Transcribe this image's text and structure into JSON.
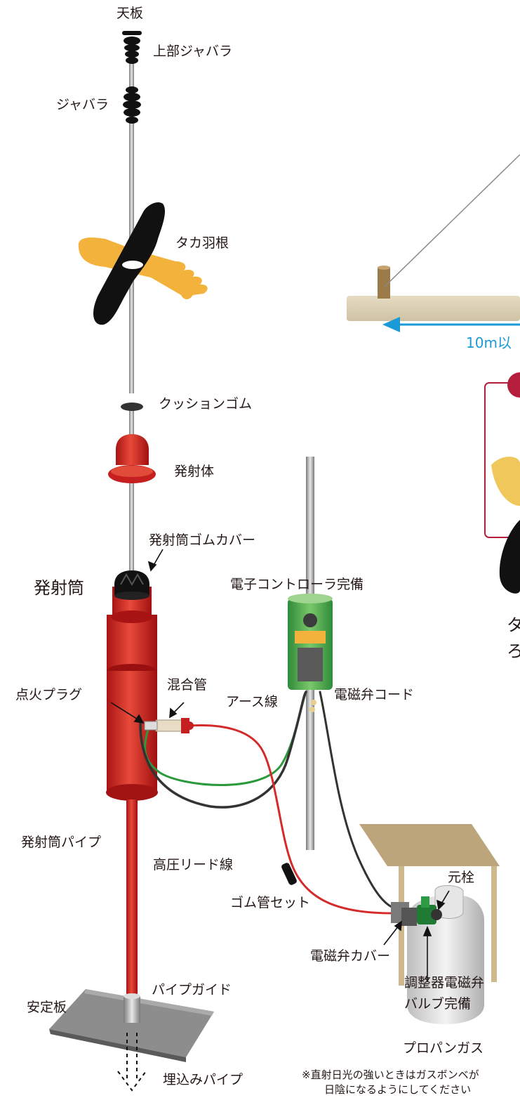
{
  "labels": {
    "top_plate": "天板",
    "upper_bellows": "上部ジャバラ",
    "bellows": "ジャバラ",
    "hawk_wing": "タカ羽根",
    "cushion_rubber": "クッションゴム",
    "launcher": "発射体",
    "tube_rubber_cover": "発射筒ゴムカバー",
    "launch_tube": "発射筒",
    "controller": "電子コントローラ完備",
    "ignition_plug": "点火プラグ",
    "mixing_tube": "混合管",
    "earth_wire": "アース線",
    "valve_cord": "電磁弁コード",
    "tube_pipe": "発射筒パイプ",
    "hv_lead": "高圧リード線",
    "main_valve": "元栓",
    "hose_set": "ゴム管セット",
    "valve_cover": "電磁弁カバー",
    "regulator_1": "調整器電磁弁",
    "regulator_2": "バルブ完備",
    "stabilizer": "安定板",
    "pipe_guide": "パイプガイド",
    "propane": "プロパンガス",
    "buried_pipe": "埋込みパイプ",
    "distance": "10m以",
    "partial_1": "タ",
    "partial_2": "ろ"
  },
  "note": {
    "line1": "※直射日光の強いときはガスボンベが",
    "line2": "日陰になるようにしてください"
  },
  "colors": {
    "red": "#d42a2a",
    "black": "#111111",
    "gold": "#f3b23b",
    "green": "#3fa34a",
    "blue": "#1a9ad6",
    "ground": "#d9cdb3"
  }
}
